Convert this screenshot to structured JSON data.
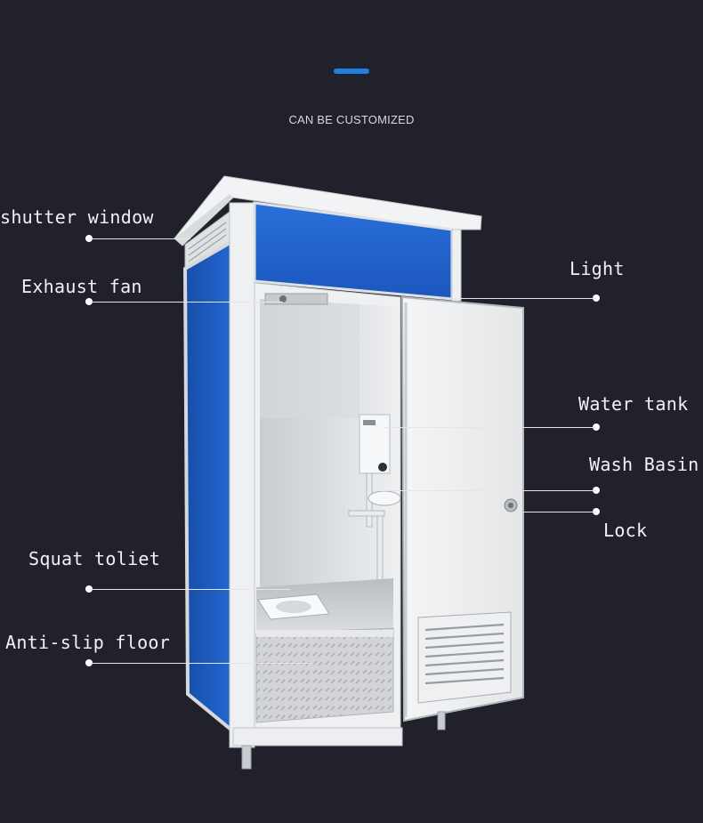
{
  "header": {
    "subtitle": "CAN BE CUSTOMIZED",
    "accent_color": "#1e7fe0"
  },
  "colors": {
    "background": "#21212c",
    "panel_blue": "#1f5fc8",
    "frame_white": "#e9ecef"
  },
  "product": {
    "name_icon": "portable-toilet-illustration"
  },
  "callouts": {
    "shutter_window": "shutter window",
    "exhaust_fan": "Exhaust fan",
    "light": "Light",
    "water_tank": "Water tank",
    "wash_basin": "Wash Basin",
    "lock": "Lock",
    "squat_toilet": "Squat toliet",
    "anti_slip_floor": "Anti-slip floor"
  }
}
